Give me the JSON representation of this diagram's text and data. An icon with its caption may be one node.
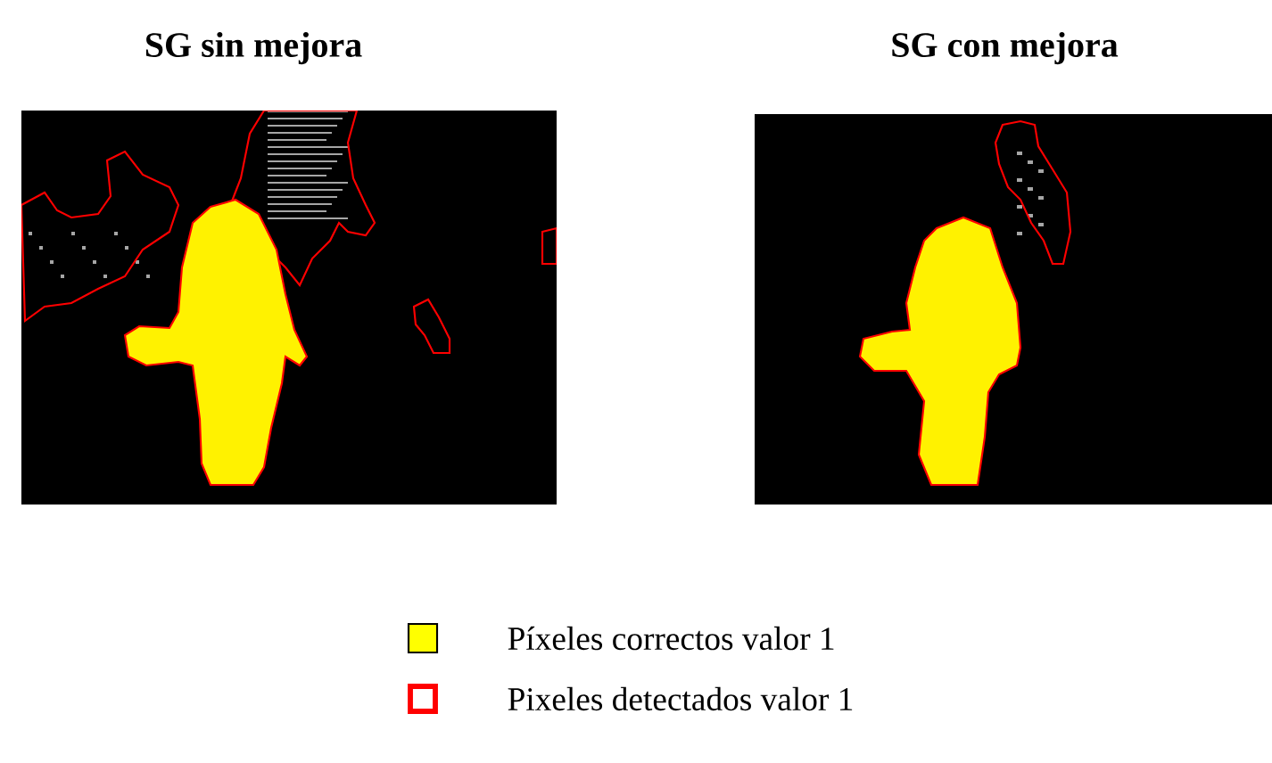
{
  "diagram": {
    "labels": [
      "SG sin mejora",
      "SG con mejora"
    ],
    "legend": [
      {
        "text": "Píxeles correctos valor 1",
        "color": "#ffff00"
      },
      {
        "text": "Pixeles detectados valor 1"
      }
    ]
  }
}
